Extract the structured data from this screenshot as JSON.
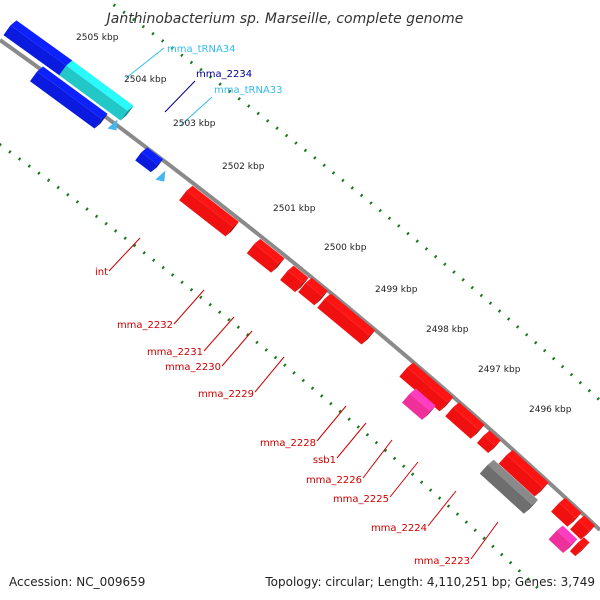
{
  "title": "Janthinobacterium sp. Marseille, complete genome",
  "footer": {
    "accession": "Accession: NC_009659",
    "topology": "Topology: circular; Length: 4,110,251 bp; Genes: 3,749"
  },
  "ticks": [
    "2505 kbp",
    "2504 kbp",
    "2503 kbp",
    "2502 kbp",
    "2501 kbp",
    "2500 kbp",
    "2499 kbp",
    "2498 kbp",
    "2497 kbp",
    "2496 kbp"
  ],
  "colors": {
    "backbone": "#8a8a8a",
    "tick": "#1a7a1a",
    "blue_gene": "#0a1adf",
    "cyan_gene": "#22c8c8",
    "trna": "#44b8ee",
    "red_gene": "#f01010",
    "pink_gene": "#f0309a",
    "gray_gene": "#6e6e6e",
    "label_red": "#cc0000",
    "label_blue": "#00008b",
    "label_cyan": "#33bbee"
  },
  "gene_labels": [
    {
      "text": "mma_tRNA34",
      "color": "cyan"
    },
    {
      "text": "mma_2234",
      "color": "blue"
    },
    {
      "text": "mma_tRNA33",
      "color": "cyan"
    },
    {
      "text": "int",
      "color": "red"
    },
    {
      "text": "mma_2232",
      "color": "red"
    },
    {
      "text": "mma_2231",
      "color": "red"
    },
    {
      "text": "mma_2230",
      "color": "red"
    },
    {
      "text": "mma_2229",
      "color": "red"
    },
    {
      "text": "mma_2228",
      "color": "red"
    },
    {
      "text": "ssb1",
      "color": "red"
    },
    {
      "text": "mma_2226",
      "color": "red"
    },
    {
      "text": "mma_2225",
      "color": "red"
    },
    {
      "text": "mma_2224",
      "color": "red"
    },
    {
      "text": "mma_2223",
      "color": "red"
    }
  ]
}
